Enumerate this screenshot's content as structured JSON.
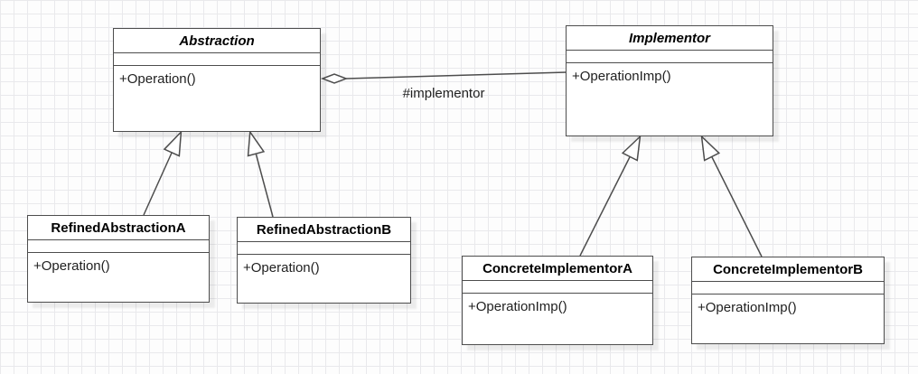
{
  "diagram": {
    "classes": [
      {
        "id": "abstraction",
        "name": "Abstraction",
        "abstract": true,
        "attributes": [],
        "methods": [
          "+Operation()"
        ]
      },
      {
        "id": "implementor",
        "name": "Implementor",
        "abstract": true,
        "attributes": [],
        "methods": [
          "+OperationImp()"
        ]
      },
      {
        "id": "refined-abstraction-a",
        "name": "RefinedAbstractionA",
        "abstract": false,
        "attributes": [],
        "methods": [
          "+Operation()"
        ]
      },
      {
        "id": "refined-abstraction-b",
        "name": "RefinedAbstractionB",
        "abstract": false,
        "attributes": [],
        "methods": [
          "+Operation()"
        ]
      },
      {
        "id": "concrete-implementor-a",
        "name": "ConcreteImplementorA",
        "abstract": false,
        "attributes": [],
        "methods": [
          "+OperationImp()"
        ]
      },
      {
        "id": "concrete-implementor-b",
        "name": "ConcreteImplementorB",
        "abstract": false,
        "attributes": [],
        "methods": [
          "+OperationImp()"
        ]
      }
    ],
    "relationships": [
      {
        "type": "aggregation",
        "from": "Abstraction",
        "to": "Implementor",
        "label": "#implementor",
        "diamond_end": "Abstraction"
      },
      {
        "type": "generalization",
        "from": "RefinedAbstractionA",
        "to": "Abstraction"
      },
      {
        "type": "generalization",
        "from": "RefinedAbstractionB",
        "to": "Abstraction"
      },
      {
        "type": "generalization",
        "from": "ConcreteImplementorA",
        "to": "Implementor"
      },
      {
        "type": "generalization",
        "from": "ConcreteImplementorB",
        "to": "Implementor"
      }
    ],
    "colors": {
      "border": "#4d4d4d",
      "box_fill": "#ffffff",
      "grid_line": "#e9e9ec",
      "canvas_bg": "#fdfdfd",
      "text": "#212121"
    }
  }
}
